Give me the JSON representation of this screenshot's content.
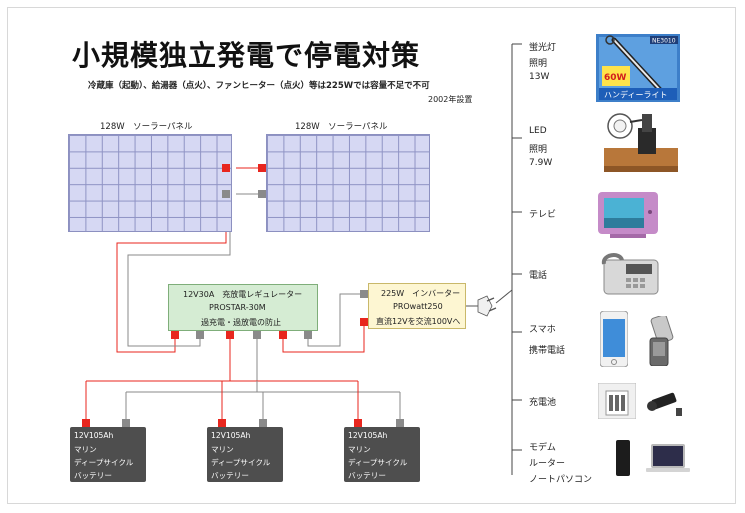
{
  "title": "小規模独立発電で停電対策",
  "subtitle": "冷蔵庫（起動）、給湯器（点火）、ファンヒーター（点火）等は225Wでは容量不足で不可",
  "install_year": "2002年設置",
  "panels": [
    {
      "label": "128W　ソーラーパネル"
    },
    {
      "label": "128W　ソーラーパネル"
    }
  ],
  "regulator": {
    "line1": "12V30A　充放電レギュレーター",
    "line2": "PROSTAR-30M",
    "line3": "過充電・過放電の防止"
  },
  "inverter": {
    "line1": "225W　インバーター",
    "line2": "PROwatt250",
    "line3": "直流12Vを交流100Vへ"
  },
  "batteries": [
    {
      "line1": "12V105Ah",
      "line2": "マリン",
      "line3": "ディープサイクル",
      "line4": "バッテリー"
    },
    {
      "line1": "12V105Ah",
      "line2": "マリン",
      "line3": "ディープサイクル",
      "line4": "バッテリー"
    },
    {
      "line1": "12V105Ah",
      "line2": "マリン",
      "line3": "ディープサイクル",
      "line4": "バッテリー"
    }
  ],
  "devices": [
    {
      "lines": [
        "蛍光灯",
        "照明",
        "13W"
      ]
    },
    {
      "lines": [
        "LED",
        "照明",
        "7.9W"
      ]
    },
    {
      "lines": [
        "テレビ"
      ]
    },
    {
      "lines": [
        "電話"
      ]
    },
    {
      "lines": [
        "スマホ",
        "携帯電話"
      ]
    },
    {
      "lines": [
        "充電池"
      ]
    },
    {
      "lines": [
        "モデム",
        "ルーター",
        "ノートパソコン"
      ]
    }
  ],
  "handy_light": {
    "model": "NE3010",
    "watt": "60W",
    "name": "ハンディーライト"
  },
  "colors": {
    "positive": "#e8261e",
    "negative": "#8a8a8a",
    "panel": "#d6d8f3",
    "regulator": "#d5ecd3",
    "inverter": "#fdf6d2",
    "battery": "#4e4e4e"
  }
}
